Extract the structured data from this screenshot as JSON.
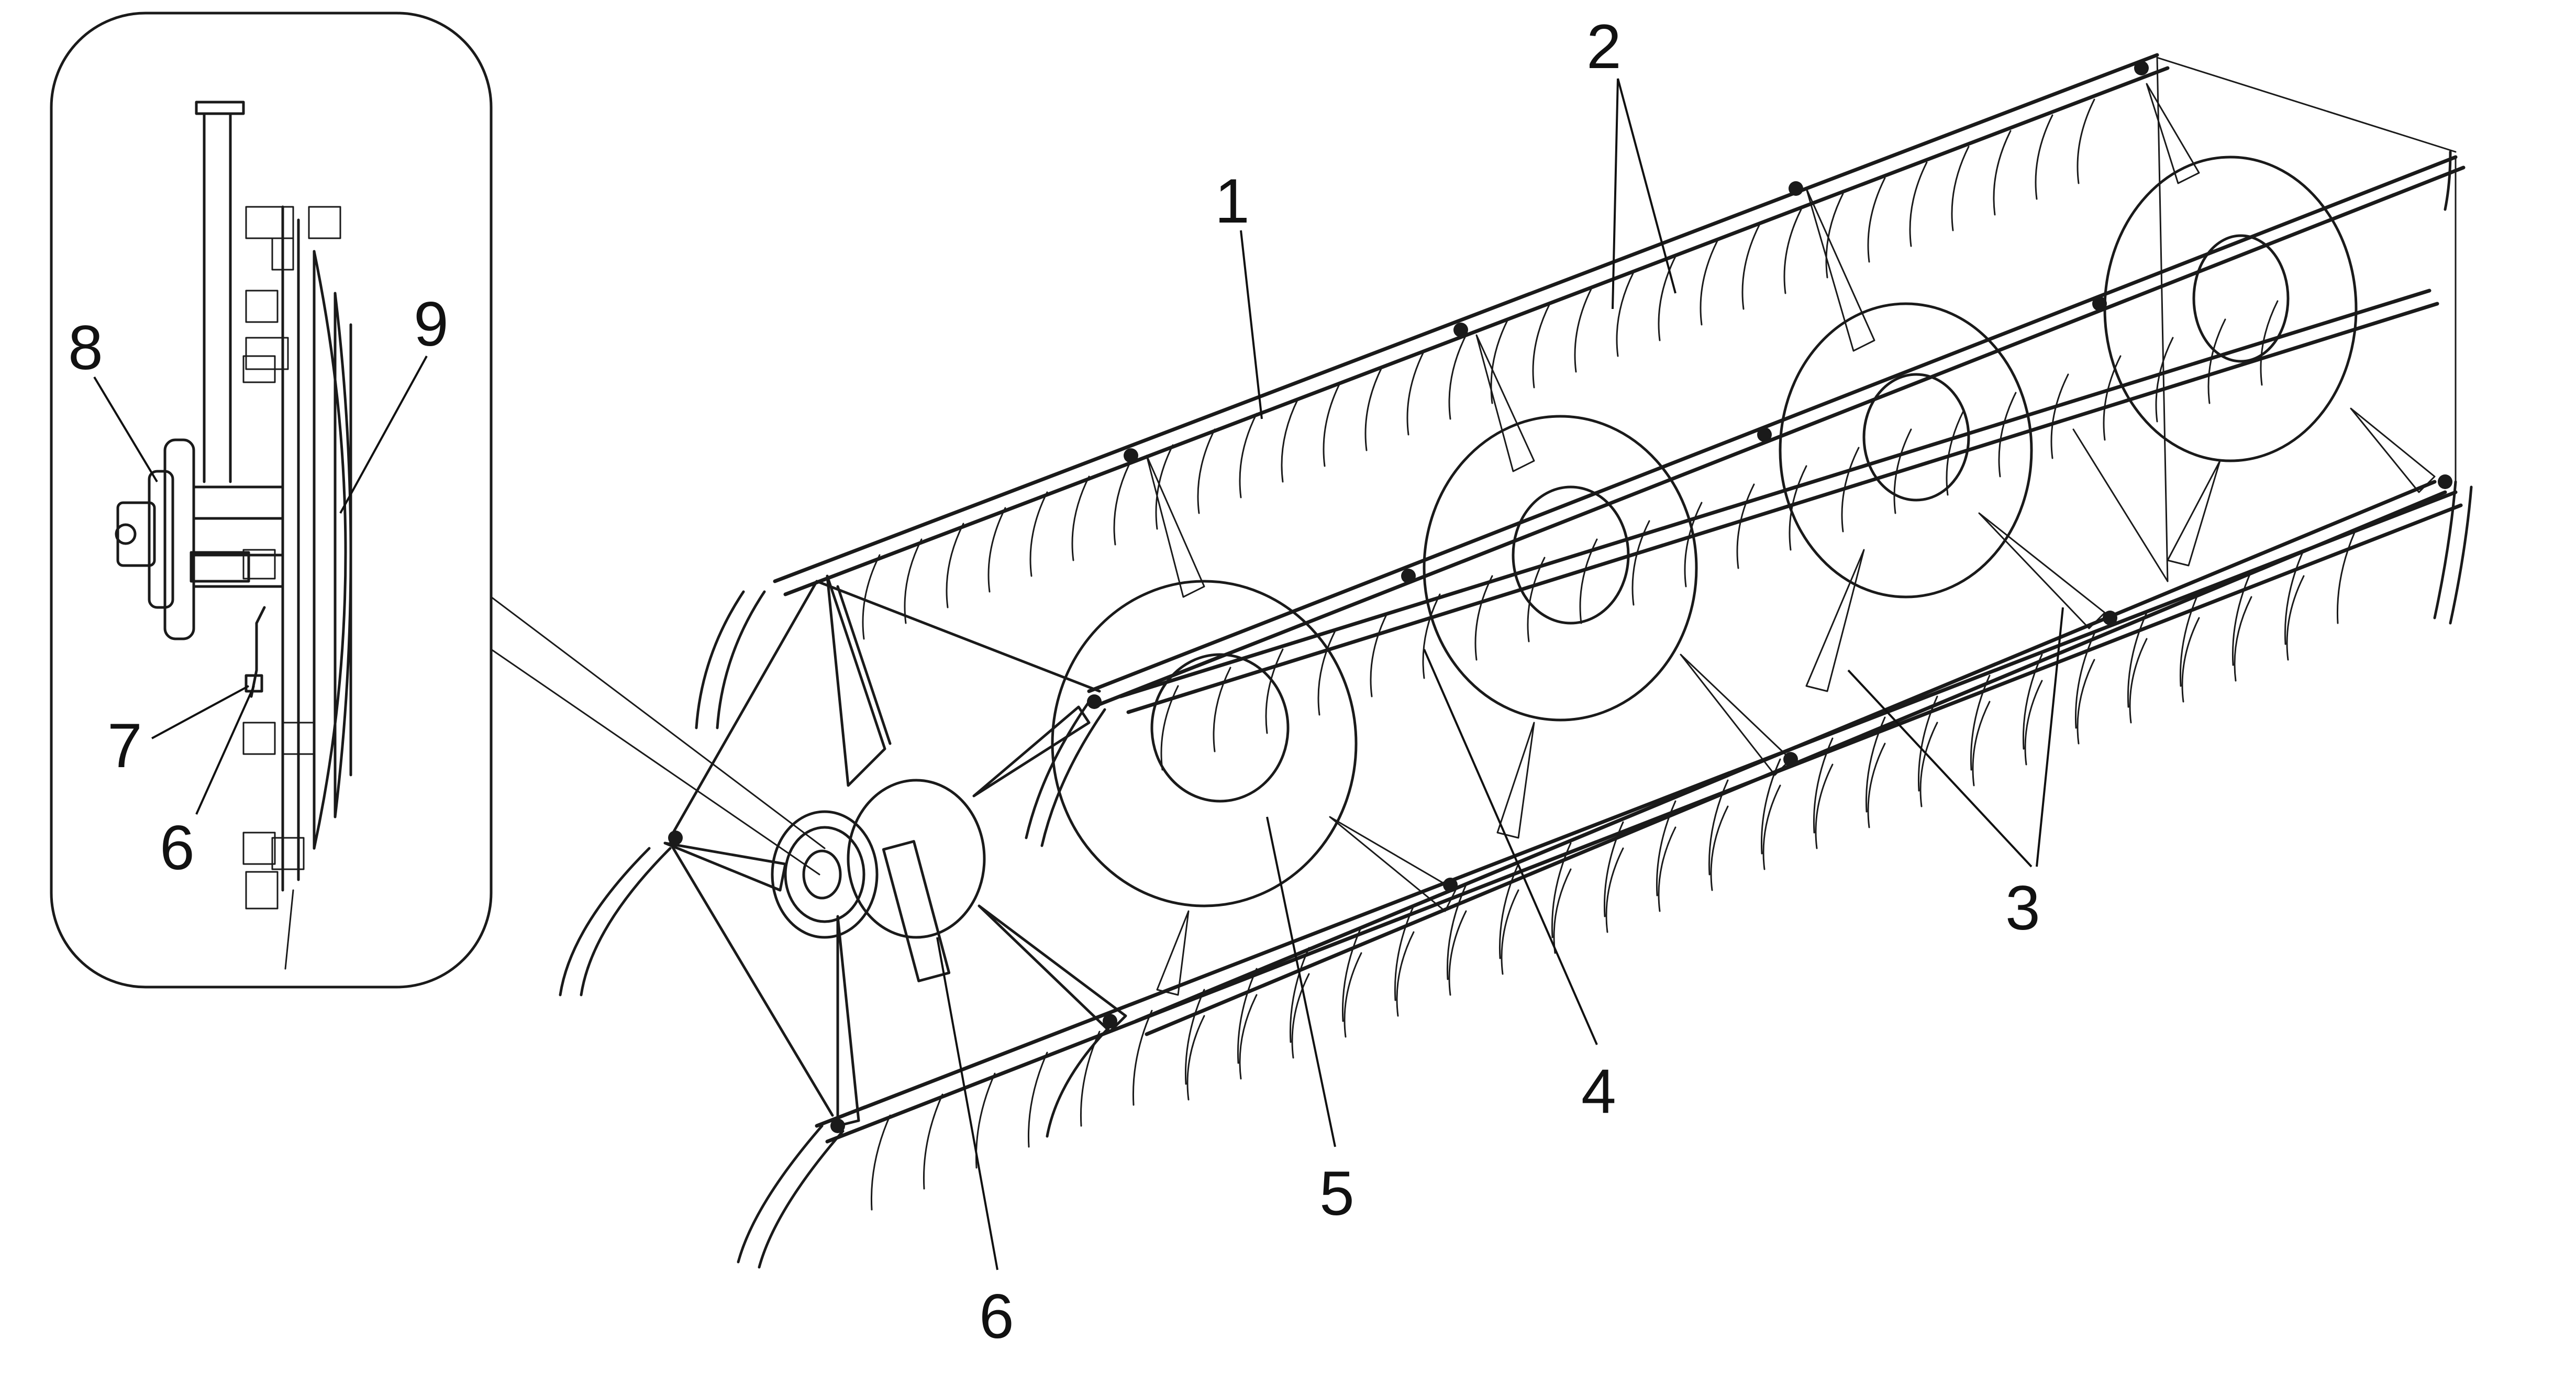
{
  "callouts": {
    "c1": "1",
    "c2": "2",
    "c3": "3",
    "c4": "4",
    "c5": "5",
    "c6_main": "6",
    "c6_inset": "6",
    "c7": "7",
    "c8": "8",
    "c9": "9"
  },
  "colors": {
    "ink": "#1a1a1a",
    "background": "#ffffff"
  }
}
